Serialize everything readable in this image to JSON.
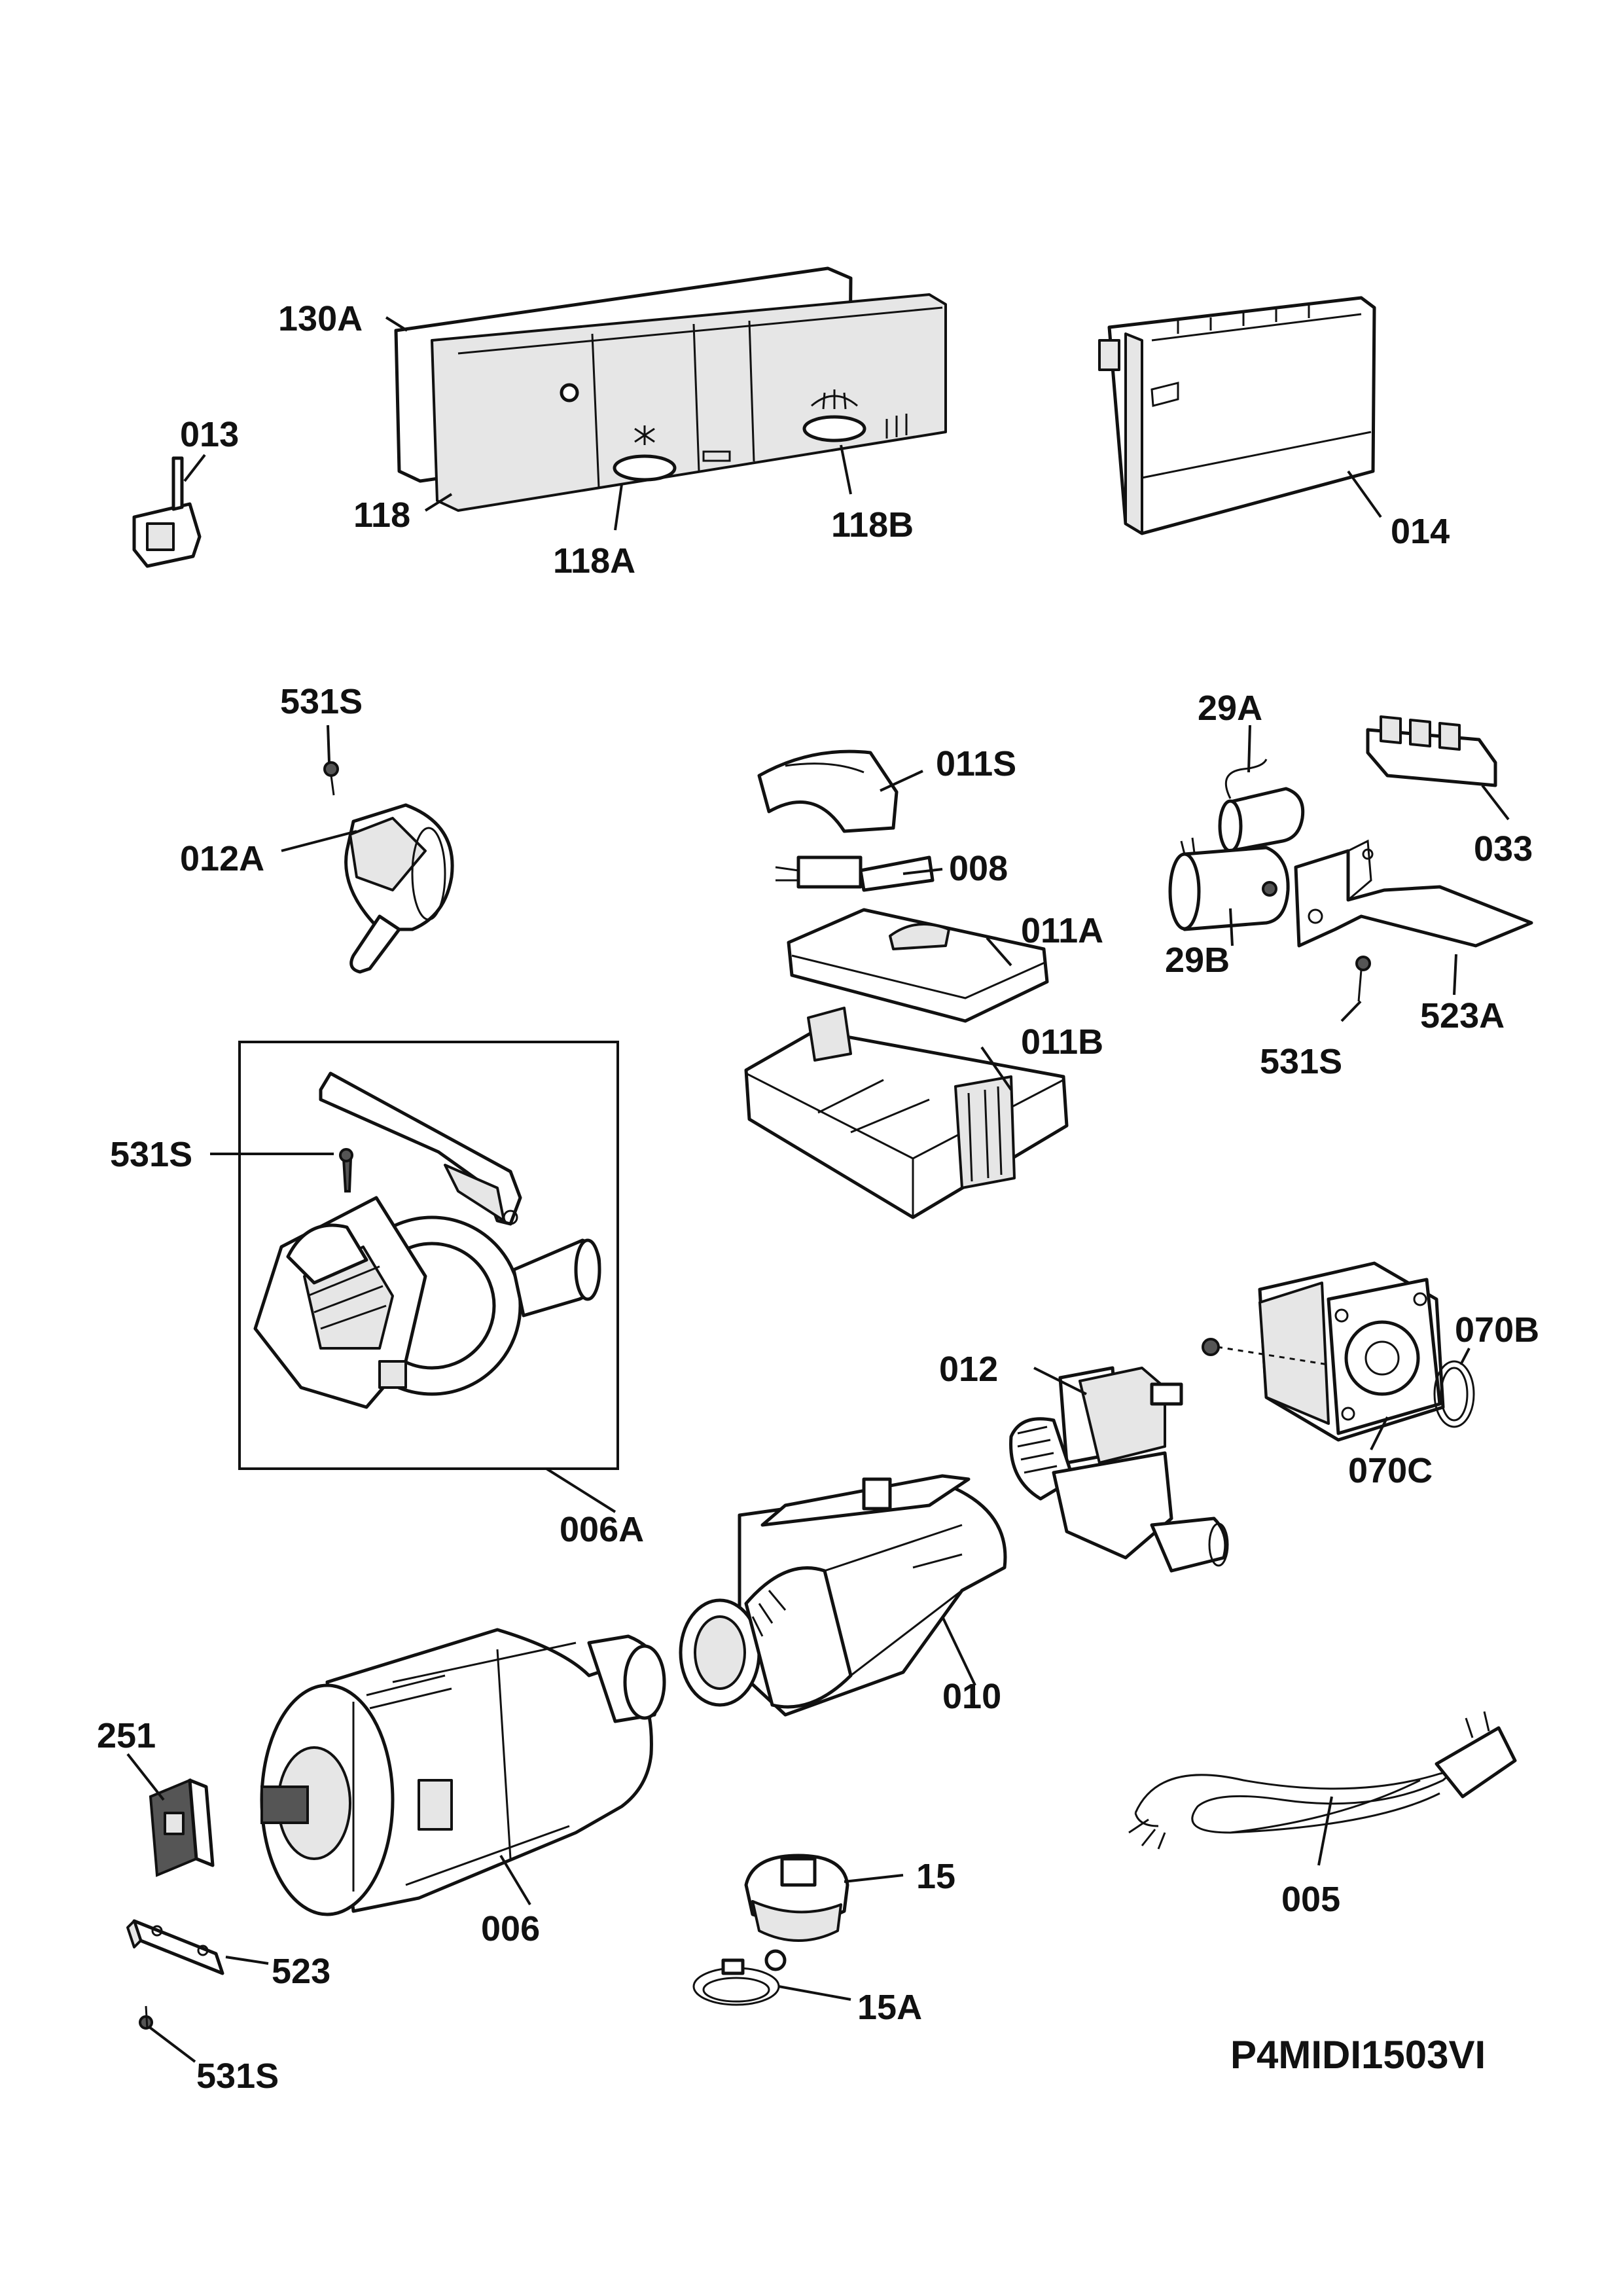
{
  "drawing_ref": "P4MIDI1503VI",
  "labels": {
    "l130A": "130A",
    "l013": "013",
    "l118": "118",
    "l118A": "118A",
    "l118B": "118B",
    "l014": "014",
    "l531S_a": "531S",
    "l012A": "012A",
    "l011S": "011S",
    "l008": "008",
    "l011A": "011A",
    "l011B": "011B",
    "l29A": "29A",
    "l033": "033",
    "l29B": "29B",
    "l523A": "523A",
    "l531S_b": "531S",
    "l531S_c": "531S",
    "l006A": "006A",
    "l012": "012",
    "l070B": "070B",
    "l070C": "070C",
    "l010": "010",
    "l251": "251",
    "l006": "006",
    "l15": "15",
    "l005": "005",
    "l523": "523",
    "l15A": "15A",
    "l531S_d": "531S"
  }
}
